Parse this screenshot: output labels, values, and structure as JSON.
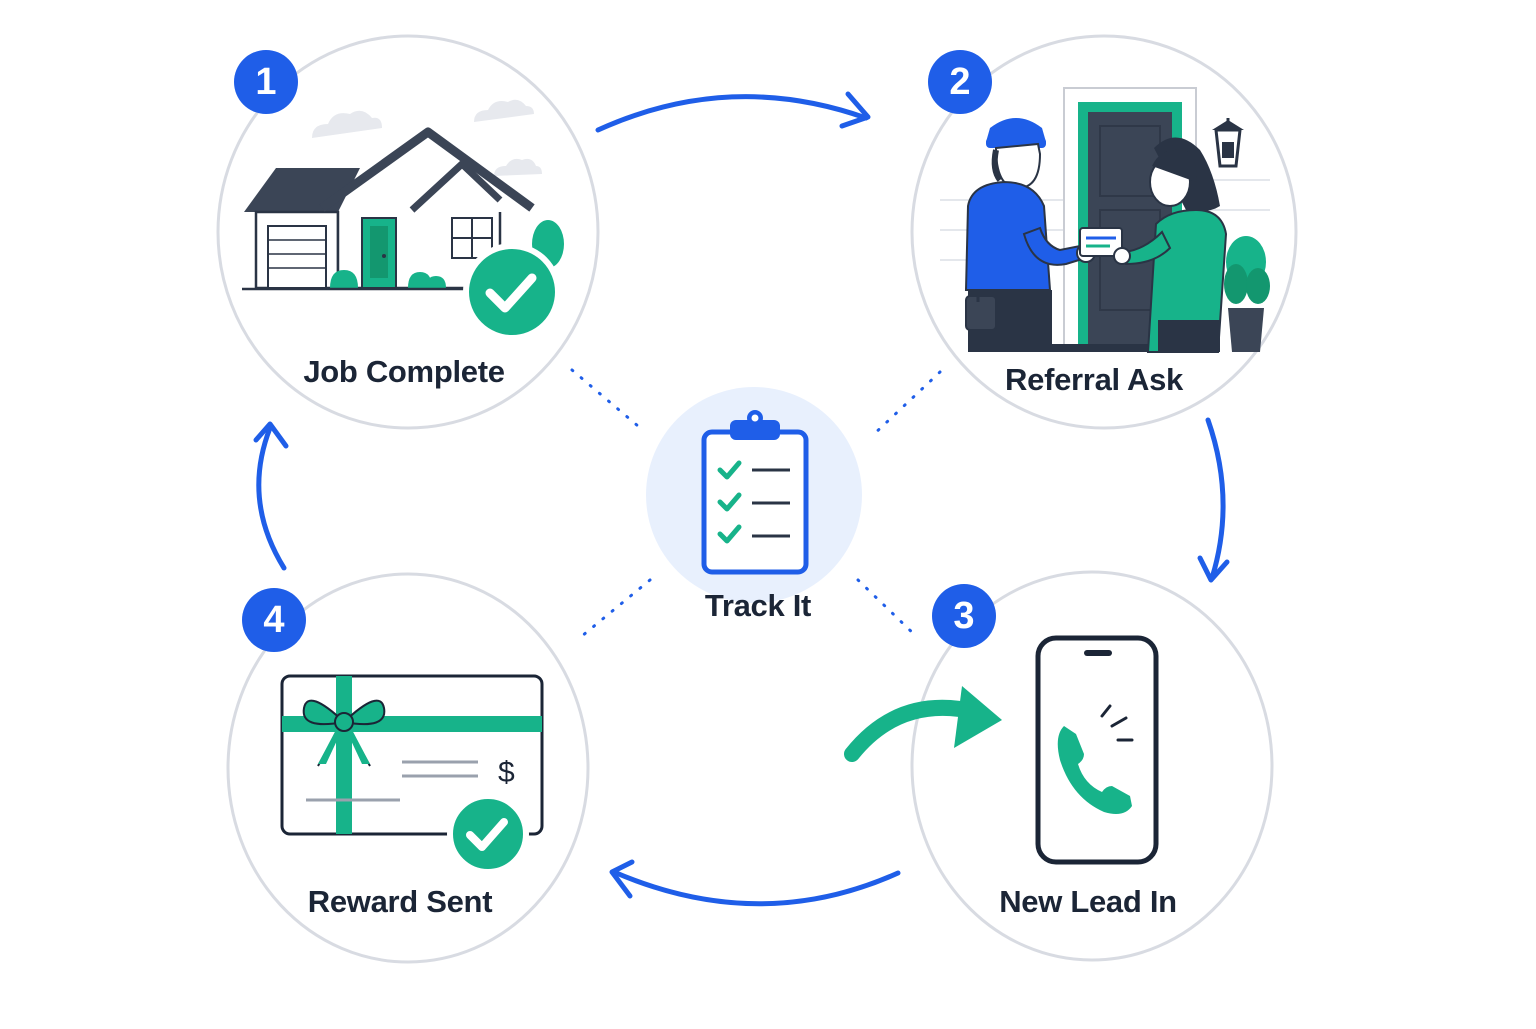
{
  "steps": [
    {
      "number": "1",
      "label": "Job Complete",
      "icon": "house-with-check-icon"
    },
    {
      "number": "2",
      "label": "Referral Ask",
      "icon": "technician-handing-card-icon"
    },
    {
      "number": "3",
      "label": "New Lead In",
      "icon": "phone-incoming-call-icon"
    },
    {
      "number": "4",
      "label": "Reward Sent",
      "icon": "gift-card-with-check-icon"
    }
  ],
  "center": {
    "label": "Track It",
    "icon": "clipboard-checklist-icon"
  },
  "colors": {
    "accent_blue": "#1f5ee8",
    "accent_green": "#17b38a",
    "dark": "#2a3445",
    "circle_outline": "#d8dbe2",
    "center_fill": "#e8f0fd"
  }
}
